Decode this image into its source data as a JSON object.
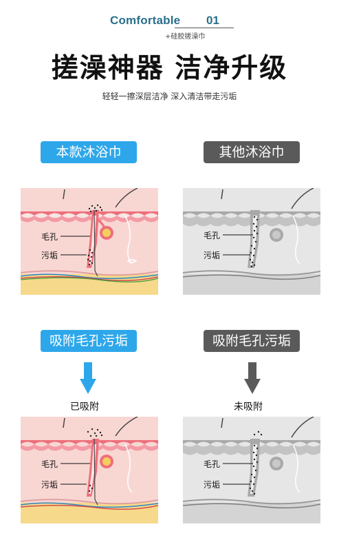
{
  "header": {
    "brand": "Comfortable",
    "number": "01",
    "subtitle": "+硅胶搓澡巾",
    "title": "搓澡神器 洁净升级",
    "tagline": "轻轻一擦深层洁净 深入清洁带走污垢"
  },
  "compare": {
    "left_label": "本款沐浴巾",
    "right_label": "其他沐浴巾"
  },
  "labels": {
    "pore": "毛孔",
    "dirt": "污垢"
  },
  "section2": {
    "left_label": "吸附毛孔污垢",
    "right_label": "吸附毛孔污垢",
    "left_caption": "已吸附",
    "right_caption": "未吸附"
  },
  "colors": {
    "accent_blue": "#2ea7ea",
    "dark_grey": "#5a5a5a",
    "skin_pink": "#f8d7d3",
    "skin_red": "#ee6f7c",
    "fat_yellow": "#f6d98a",
    "grey_bg": "#e6e6e6"
  },
  "icons": [
    "arrow-down-blue-icon",
    "arrow-down-grey-icon"
  ]
}
